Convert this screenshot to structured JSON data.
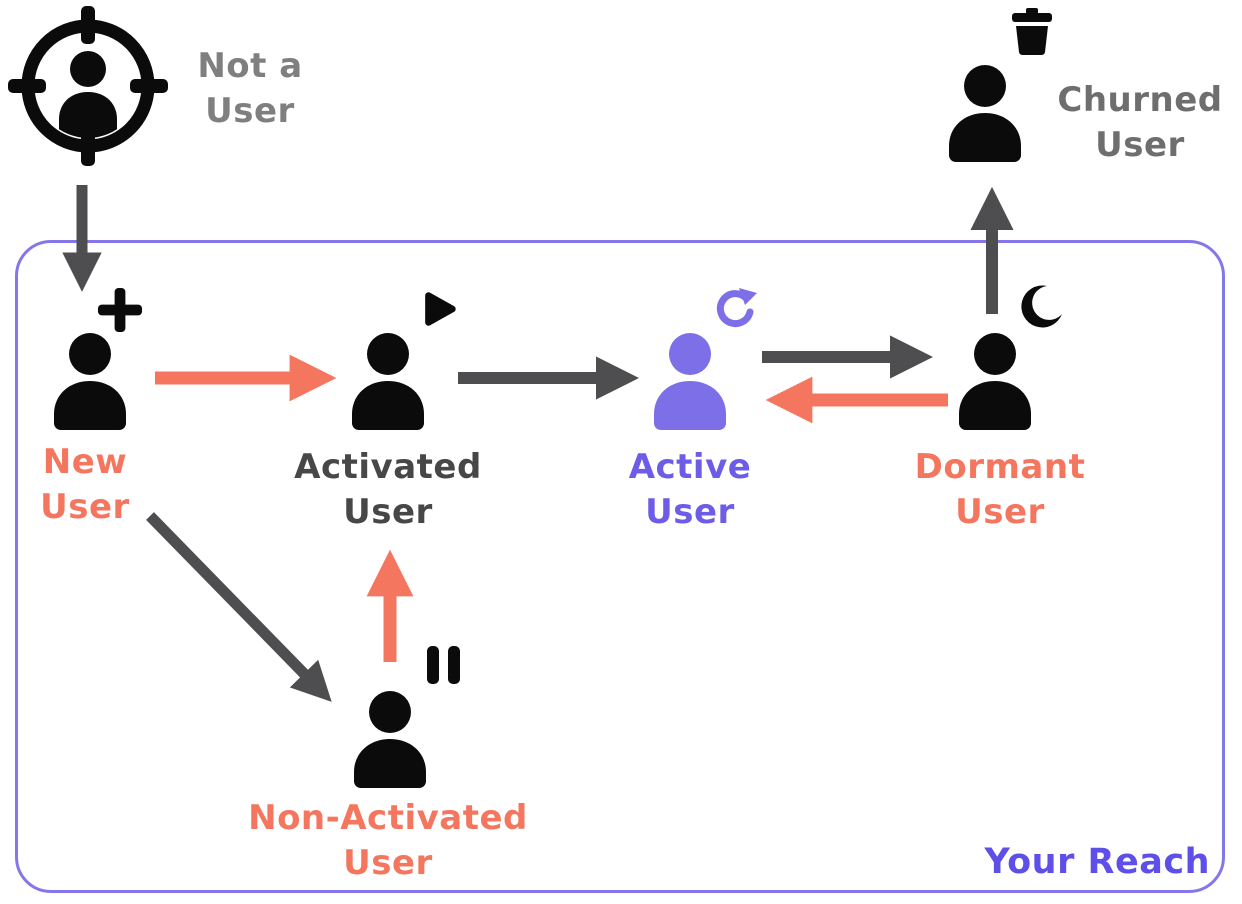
{
  "diagram": {
    "container_label": "Your Reach",
    "nodes": [
      {
        "id": "not-a-user",
        "label_line1": "Not a",
        "label_line2": "User",
        "color": "#7F7F7F",
        "icon": "target-user-icon"
      },
      {
        "id": "new-user",
        "label_line1": "New",
        "label_line2": "User",
        "color": "#F4765F",
        "icon": "user-plus-icon"
      },
      {
        "id": "activated-user",
        "label_line1": "Activated",
        "label_line2": "User",
        "color": "#474747",
        "icon": "user-play-icon"
      },
      {
        "id": "active-user",
        "label_line1": "Active",
        "label_line2": "User",
        "color": "#6C5CE7",
        "icon": "user-refresh-icon"
      },
      {
        "id": "dormant-user",
        "label_line1": "Dormant",
        "label_line2": "User",
        "color": "#F4765F",
        "icon": "user-moon-icon"
      },
      {
        "id": "churned-user",
        "label_line1": "Churned",
        "label_line2": "User",
        "color": "#6E6E6E",
        "icon": "user-trash-icon"
      },
      {
        "id": "non-activated-user",
        "label_line1": "Non-Activated",
        "label_line2": "User",
        "color": "#F4765F",
        "icon": "user-pause-icon"
      }
    ],
    "edges": [
      {
        "from": "not-a-user",
        "to": "new-user",
        "color": "gray"
      },
      {
        "from": "new-user",
        "to": "activated-user",
        "color": "coral"
      },
      {
        "from": "activated-user",
        "to": "active-user",
        "color": "gray"
      },
      {
        "from": "active-user",
        "to": "dormant-user",
        "color": "gray"
      },
      {
        "from": "dormant-user",
        "to": "active-user",
        "color": "coral"
      },
      {
        "from": "dormant-user",
        "to": "churned-user",
        "color": "gray"
      },
      {
        "from": "new-user",
        "to": "non-activated-user",
        "color": "gray"
      },
      {
        "from": "non-activated-user",
        "to": "activated-user",
        "color": "coral"
      }
    ],
    "colors": {
      "coral": "#F4765F",
      "purpleIcon": "#7D6FE8",
      "purpleText": "#6C5CE7",
      "purpleBorder": "#8577EA",
      "reachText": "#5D4FE8",
      "grayArrow": "#4E4E50",
      "grayText": "#7F7F7F",
      "grayText2": "#6E6E6E",
      "darkText": "#474747",
      "black": "#0B0B0B"
    }
  }
}
